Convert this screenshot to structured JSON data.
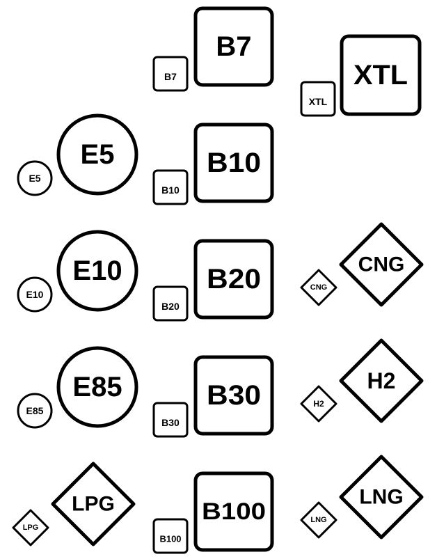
{
  "labels": [
    {
      "text": "B7",
      "shape": "square"
    },
    {
      "text": "XTL",
      "shape": "square"
    },
    {
      "text": "E5",
      "shape": "circle"
    },
    {
      "text": "B10",
      "shape": "square"
    },
    {
      "text": "E10",
      "shape": "circle"
    },
    {
      "text": "B20",
      "shape": "square"
    },
    {
      "text": "CNG",
      "shape": "diamond"
    },
    {
      "text": "E85",
      "shape": "circle"
    },
    {
      "text": "B30",
      "shape": "square"
    },
    {
      "text": "H2",
      "shape": "diamond"
    },
    {
      "text": "LPG",
      "shape": "diamond"
    },
    {
      "text": "B100",
      "shape": "square"
    },
    {
      "text": "LNG",
      "shape": "diamond"
    }
  ],
  "colors": {
    "stroke": "#000000",
    "background": "#ffffff"
  }
}
